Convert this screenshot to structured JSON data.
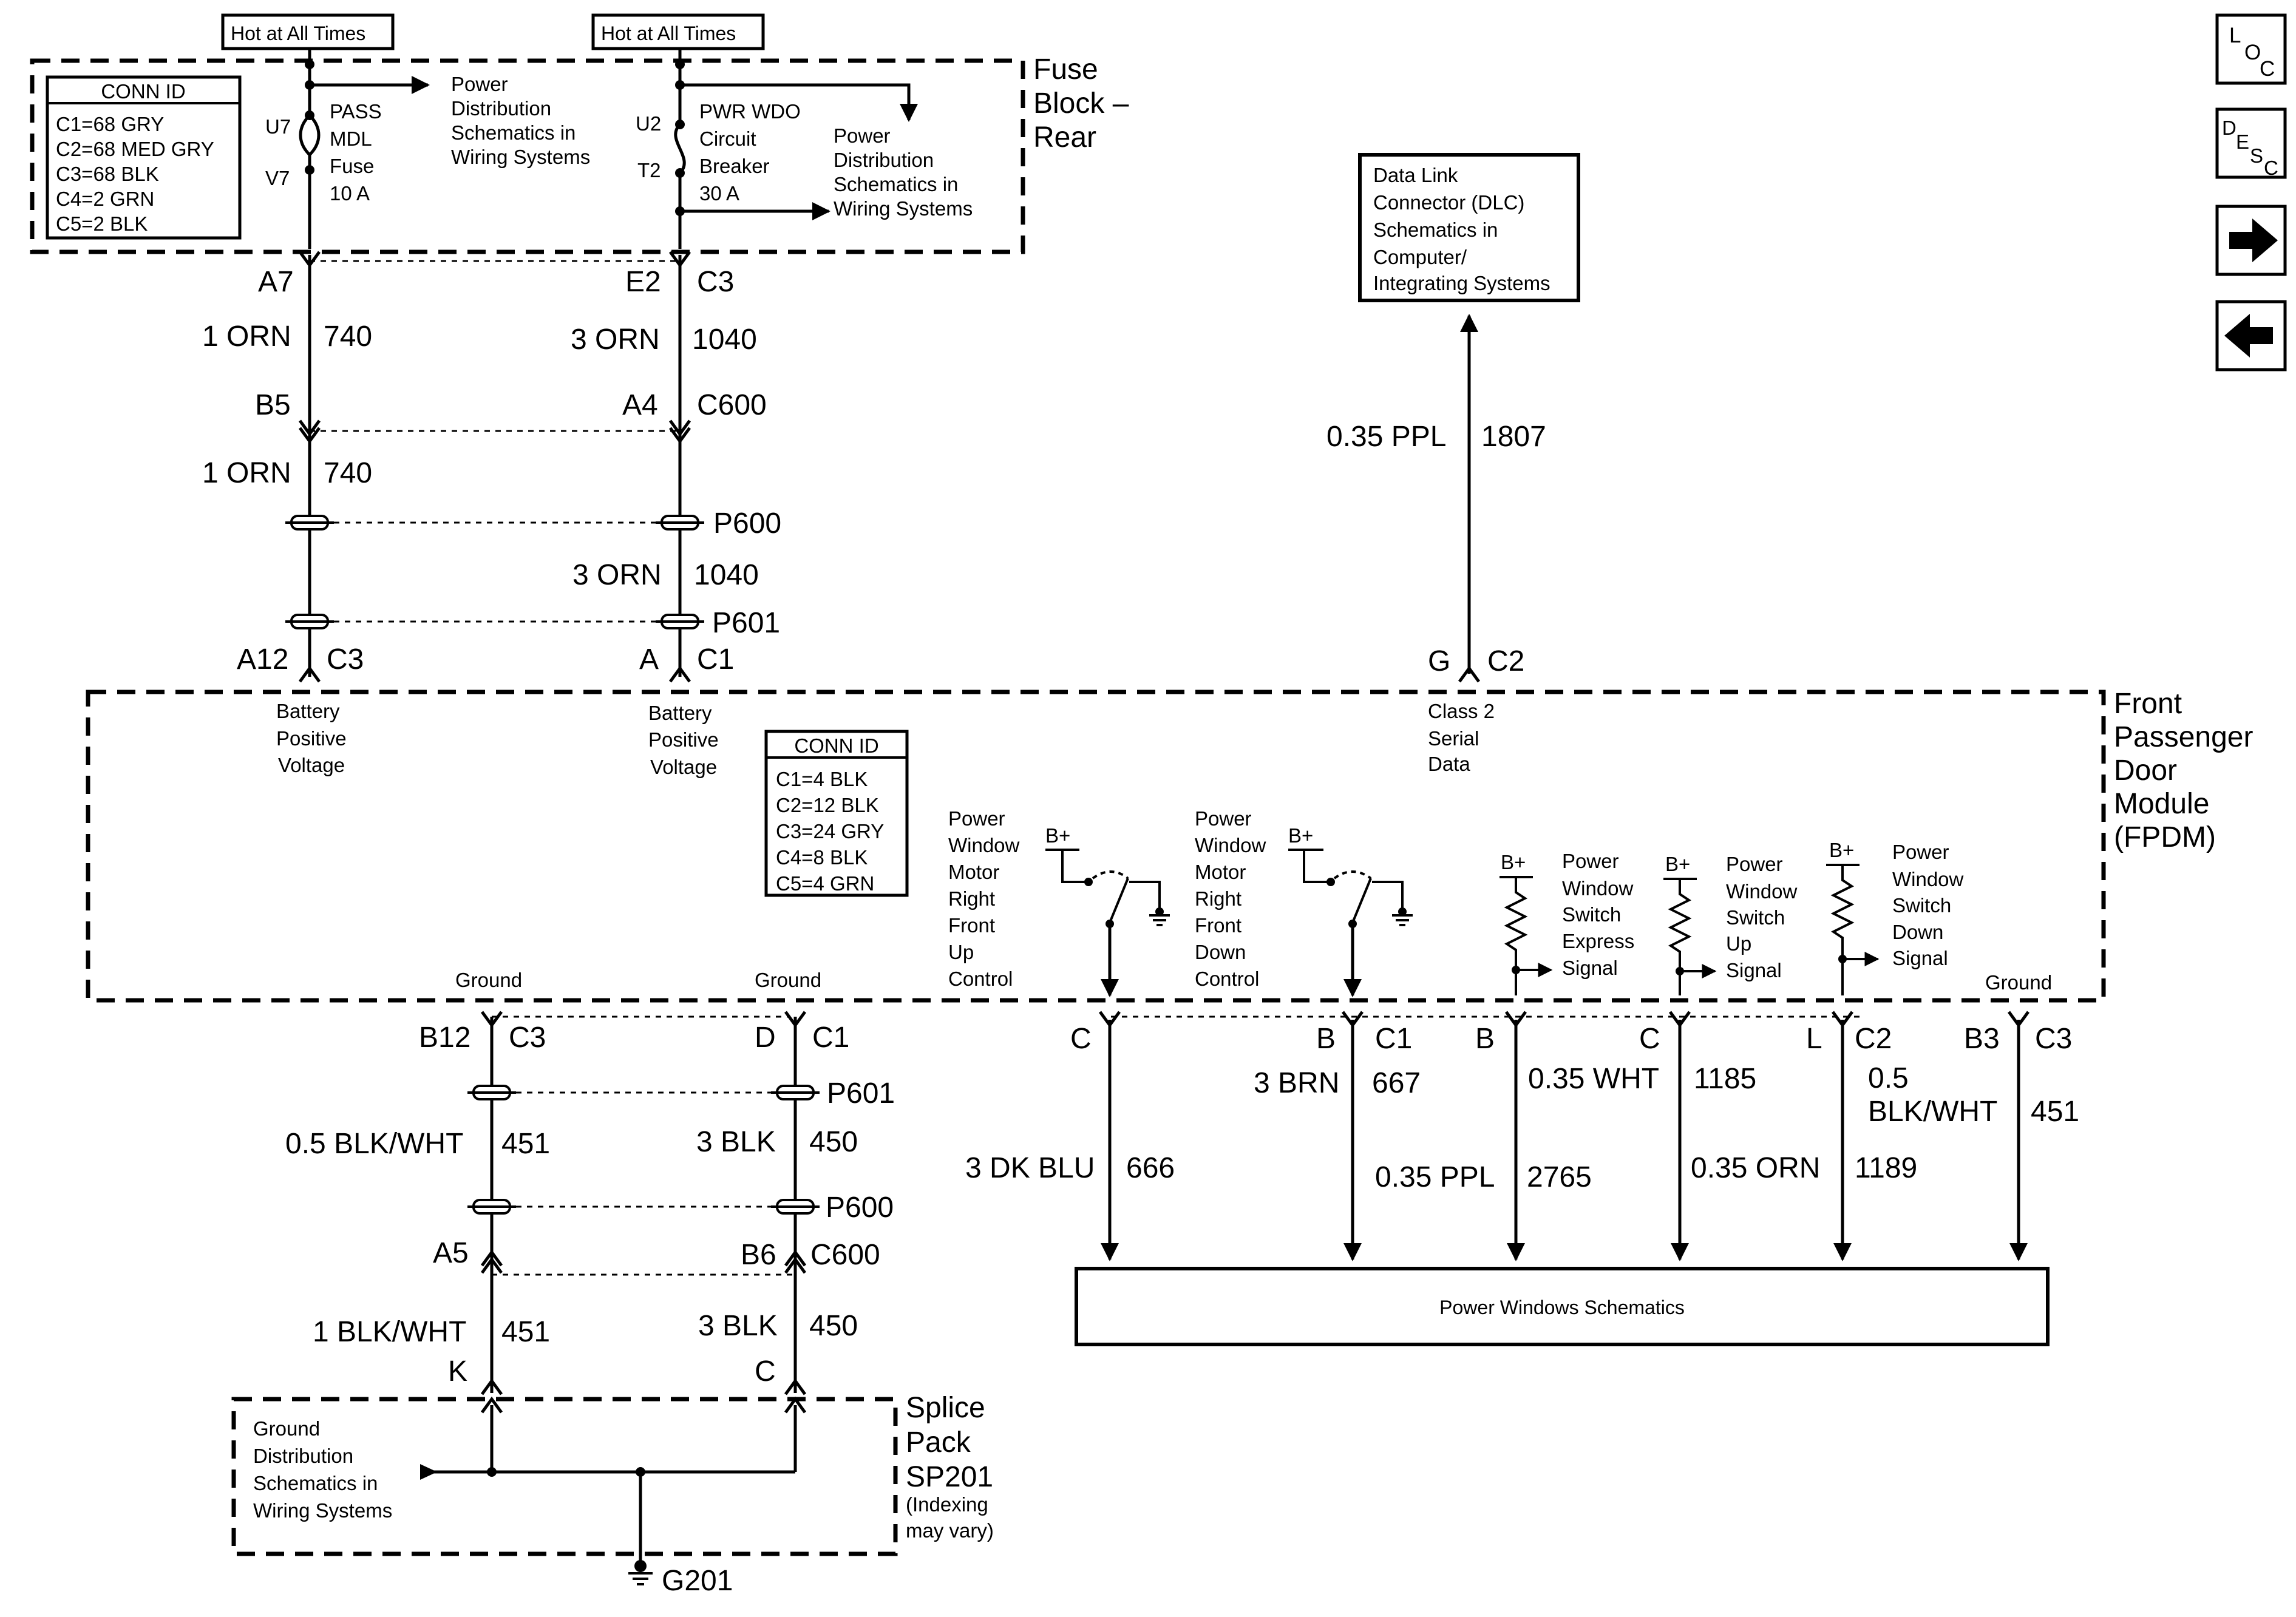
{
  "nav": {
    "loc_top": "L",
    "loc_mid": "O",
    "loc_bot": "C",
    "desc_1": "D",
    "desc_2": "E",
    "desc_3": "S",
    "desc_4": "C"
  },
  "fuse_block": {
    "title_lines": [
      "Fuse",
      "Block –",
      "Rear"
    ],
    "hot_label_1": "Hot at All Times",
    "hot_label_2": "Hot at All Times",
    "conn_id_title": "CONN ID",
    "conn_ids": [
      "C1=68 GRY",
      "C2=68 MED GRY",
      "C3=68 BLK",
      "C4=2 GRN",
      "C5=2 BLK"
    ],
    "fuse_top_pin": "U7",
    "fuse_bot_pin": "V7",
    "fuse_lines": [
      "PASS",
      "MDL",
      "Fuse",
      "10 A"
    ],
    "fuse_ref_lines": [
      "Power",
      "Distribution",
      "Schematics in",
      "Wiring Systems"
    ],
    "breaker_top_pin": "U2",
    "breaker_bot_pin": "T2",
    "breaker_lines": [
      "PWR WDO",
      "Circuit",
      "Breaker",
      "30 A"
    ],
    "breaker_ref_lines": [
      "Power",
      "Distribution",
      "Schematics in",
      "Wiring Systems"
    ]
  },
  "upper_left": {
    "pin_top": "A7",
    "wire1_label": "1 ORN",
    "wire1_circuit": "740",
    "pin_mid": "B5",
    "wire2_label": "1 ORN",
    "wire2_circuit": "740",
    "pin_bot": "A12",
    "pin_bot_conn": "C3"
  },
  "upper_mid": {
    "pin_top": "E2",
    "pin_top_conn": "C3",
    "wire1_label": "3 ORN",
    "wire1_circuit": "1040",
    "pin_mid": "A4",
    "pin_mid_conn": "C600",
    "p600": "P600",
    "wire2_label": "3 ORN",
    "wire2_circuit": "1040",
    "p601": "P601",
    "pin_bot": "A",
    "pin_bot_conn": "C1"
  },
  "dlc": {
    "lines": [
      "Data Link",
      "Connector (DLC)",
      "Schematics in",
      "Computer/",
      "Integrating Systems"
    ],
    "wire_label": "0.35 PPL",
    "wire_circuit": "1807",
    "pin": "G",
    "pin_conn": "C2"
  },
  "module": {
    "title_lines": [
      "Front",
      "Passenger",
      "Door",
      "Module",
      "(FPDM)"
    ],
    "batt1_lines": [
      "Battery",
      "Positive",
      "Voltage"
    ],
    "batt2_lines": [
      "Battery",
      "Positive",
      "Voltage"
    ],
    "class2_lines": [
      "Class 2",
      "Serial",
      "Data"
    ],
    "conn_id_title": "CONN ID",
    "conn_ids": [
      "C1=4 BLK",
      "C2=12 BLK",
      "C3=24 GRY",
      "C4=8 BLK",
      "C5=4 GRN"
    ],
    "up_ctrl_lines": [
      "Power",
      "Window",
      "Motor",
      "Right",
      "Front",
      "Up",
      "Control"
    ],
    "down_ctrl_lines": [
      "Power",
      "Window",
      "Motor",
      "Right",
      "Front",
      "Down",
      "Control"
    ],
    "express_lines": [
      "Power",
      "Window",
      "Switch",
      "Express",
      "Signal"
    ],
    "up_sig_lines": [
      "Power",
      "Window",
      "Switch",
      "Up",
      "Signal"
    ],
    "down_sig_lines": [
      "Power",
      "Window",
      "Switch",
      "Down",
      "Signal"
    ],
    "bplus": "B+",
    "ground_1": "Ground",
    "ground_2": "Ground",
    "ground_3": "Ground"
  },
  "lower_left": {
    "pin_top": "B12",
    "pin_top_conn": "C3",
    "wire1_label": "0.5 BLK/WHT",
    "wire1_circuit": "451",
    "pin_mid": "A5",
    "wire2_label": "1 BLK/WHT",
    "wire2_circuit": "451",
    "pin_bot": "K"
  },
  "lower_mid": {
    "pin_top": "D",
    "pin_top_conn": "C1",
    "p601": "P601",
    "wire1_label": "3 BLK",
    "wire1_circuit": "450",
    "p600": "P600",
    "pin_mid": "B6",
    "pin_mid_conn": "C600",
    "wire2_label": "3 BLK",
    "wire2_circuit": "450",
    "pin_bot": "C"
  },
  "splice": {
    "title_lines": [
      "Splice",
      "Pack",
      "SP201"
    ],
    "note_lines": [
      "(Indexing",
      "may vary)"
    ],
    "ref_lines": [
      "Ground",
      "Distribution",
      "Schematics in",
      "Wiring Systems"
    ],
    "ground_label": "G201"
  },
  "outputs": {
    "c1_pin": "C",
    "w666_label": "3 DK BLU",
    "w666_circuit": "666",
    "b_pin": "B",
    "b_conn": "C1",
    "w667_label": "3 BRN",
    "w667_circuit": "667",
    "b2_pin": "B",
    "w2765_label": "0.35 PPL",
    "w2765_circuit": "2765",
    "w1185_label": "0.35 WHT",
    "w1185_circuit": "1185",
    "c2_pin": "C",
    "w1189_label": "0.35 ORN",
    "w1189_circuit": "1189",
    "l_pin": "L",
    "l_conn": "C2",
    "b3_pin": "B3",
    "b3_conn": "C3",
    "w451_label_1": "0.5",
    "w451_label_2": "BLK/WHT",
    "w451_circuit": "451",
    "pw_box": "Power Windows Schematics"
  }
}
